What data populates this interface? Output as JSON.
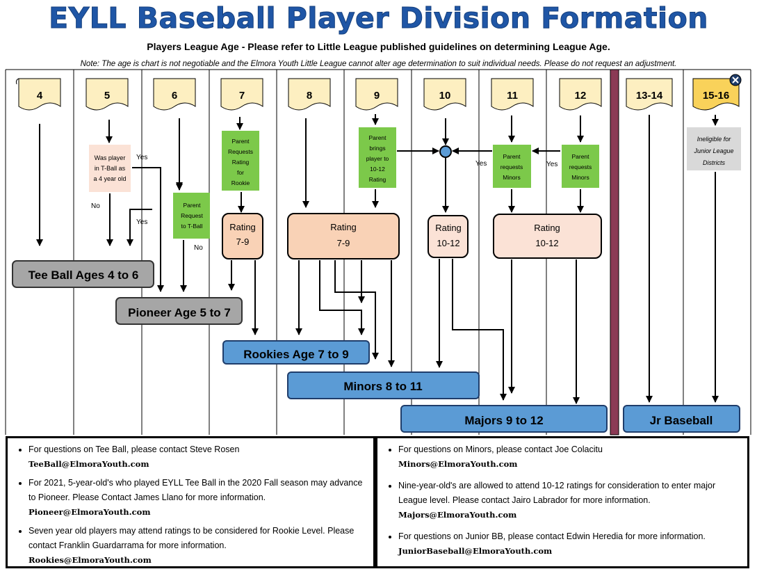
{
  "title": "EYLL Baseball Player Division Formation",
  "subtitle": "Players League Age - Please refer to Little League published guidelines on determining League Age.",
  "note": "Note: The age is chart is not negotiable and the Elmora Youth Little League cannot alter age determination to suit individual needs.  Please do not request an adjustment.",
  "ages": [
    "4",
    "5",
    "6",
    "7",
    "8",
    "9",
    "10",
    "11",
    "12",
    "13-14",
    "15-16"
  ],
  "colors": {
    "flag": "#fdefc1",
    "flag_highlight": "#f9d25a",
    "green_box": "#7cc94a",
    "rating_light": "#f9d2b6",
    "rating_lighter": "#fbe2d6",
    "division_gray": "#a6a6a6",
    "division_blue": "#5b9bd5",
    "separator": "#8b3a55"
  },
  "decisions": {
    "tball_question": "Was player in T-Ball as a 4 year old",
    "yes": "Yes",
    "no": "No",
    "parent_tball": "Parent Request to T-Ball",
    "parent_rookie": "Parent Requests Rating for Rookie",
    "parent_rating_1012": "Parent brings player to 10-12 Rating",
    "parent_minors": "Parent requests Minors",
    "ineligible": "Ineligible for Junior League Districts"
  },
  "ratings": {
    "r7_9": [
      "Rating",
      "7-9"
    ],
    "r10_12": [
      "Rating",
      "10-12"
    ]
  },
  "divisions": {
    "teeball": "Tee Ball Ages 4 to 6",
    "pioneer": "Pioneer Age 5 to 7",
    "rookies": "Rookies Age 7 to 9",
    "minors": "Minors 8 to 11",
    "majors": "Majors 9 to 12",
    "jr": "Jr Baseball"
  },
  "info_left": [
    {
      "text": "For questions on Tee Ball, please contact Steve Rosen",
      "email": "TeeBall@ElmoraYouth.com"
    },
    {
      "text": "For 2021, 5-year-old's who played EYLL Tee Ball in the 2020 Fall season may advance to Pioneer.  Please Contact James Llano for more information.",
      "email": "Pioneer@ElmoraYouth.com"
    },
    {
      "text": "Seven year old players may  attend ratings to be  considered for Rookie Level.  Please contact Franklin Guardarrama for more information.",
      "email": "Rookies@ElmoraYouth.com"
    }
  ],
  "info_right": [
    {
      "text": "For questions on Minors, please contact Joe Colacitu",
      "email": "Minors@ElmoraYouth.com"
    },
    {
      "text": "Nine-year-old's are allowed to attend 10-12 ratings for consideration to enter major League level.  Please contact Jairo Labrador for more information.",
      "email": "Majors@ElmoraYouth.com"
    },
    {
      "text": "For questions on Junior BB, please contact Edwin Heredia for more information.",
      "email": "JuniorBaseball@ElmoraYouth.com"
    }
  ]
}
